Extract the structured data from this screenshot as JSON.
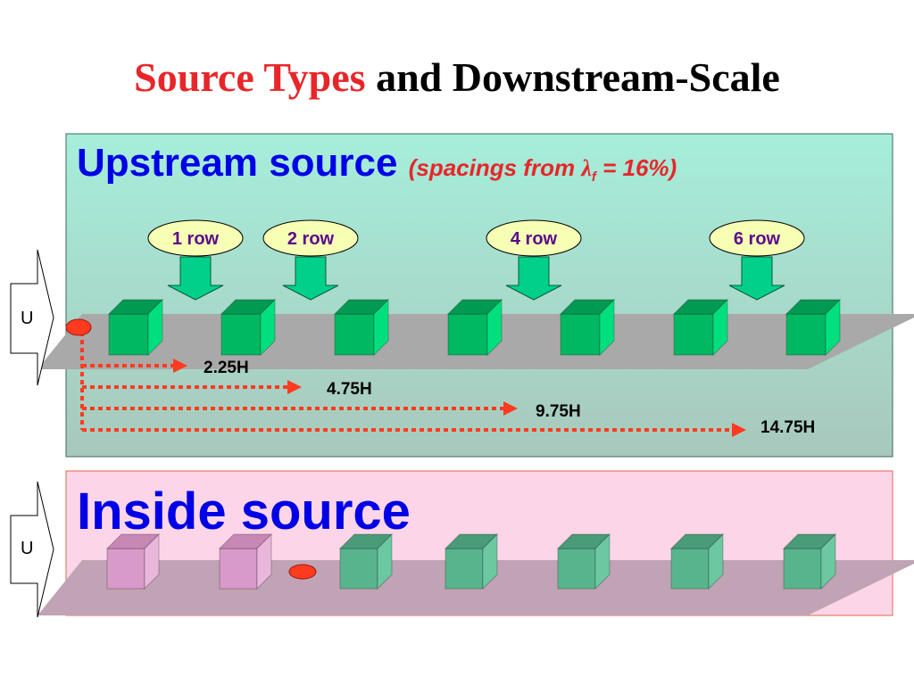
{
  "title": {
    "part1": "Source Types",
    "part2": " and Downstream-Scale"
  },
  "upstream": {
    "heading": "Upstream source",
    "note_prefix": "(spacings from ",
    "note_lambda": "λ",
    "note_sub": "f",
    "note_suffix": " = 16%)",
    "rows": [
      "1 row",
      "2 row",
      "4 row",
      "6 row"
    ],
    "distances": [
      "2.25H",
      "4.75H",
      "9.75H",
      "14.75H"
    ],
    "flow_label": "U"
  },
  "inside": {
    "heading": "Inside source",
    "flow_label": "U"
  },
  "colors": {
    "upstream_panel": "#a6ead7",
    "inside_panel": "#fcd6e8",
    "element": "#00b861",
    "source": "#ff3b1f",
    "arrow": "#ff3b1f",
    "heading": "#0000e6",
    "accent": "#e8262a"
  }
}
